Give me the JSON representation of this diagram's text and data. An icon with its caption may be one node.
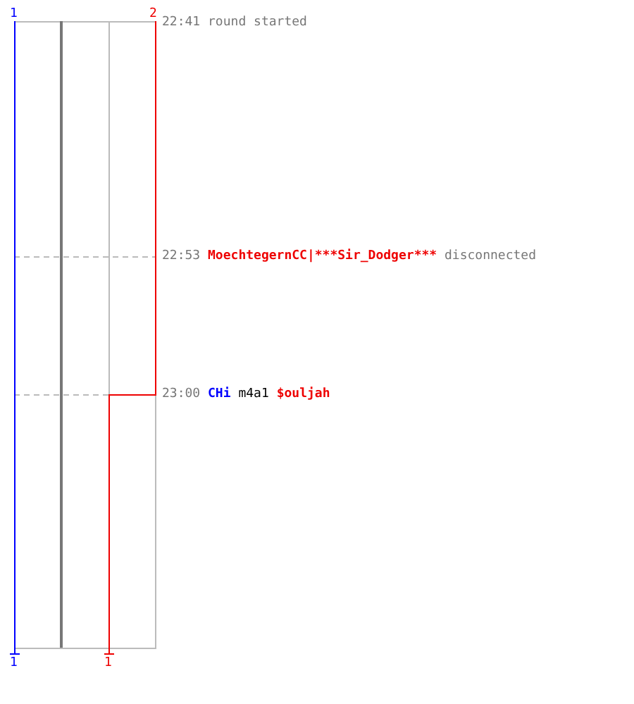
{
  "diagram": {
    "labels": [
      "1",
      "2",
      "22:41",
      "round started",
      "22:53",
      "MoechtegernCC|***Sir_Dodger***",
      "disconnected",
      "23:00",
      "CHi",
      "m4a1",
      "$ouljah",
      "1",
      "1"
    ]
  }
}
